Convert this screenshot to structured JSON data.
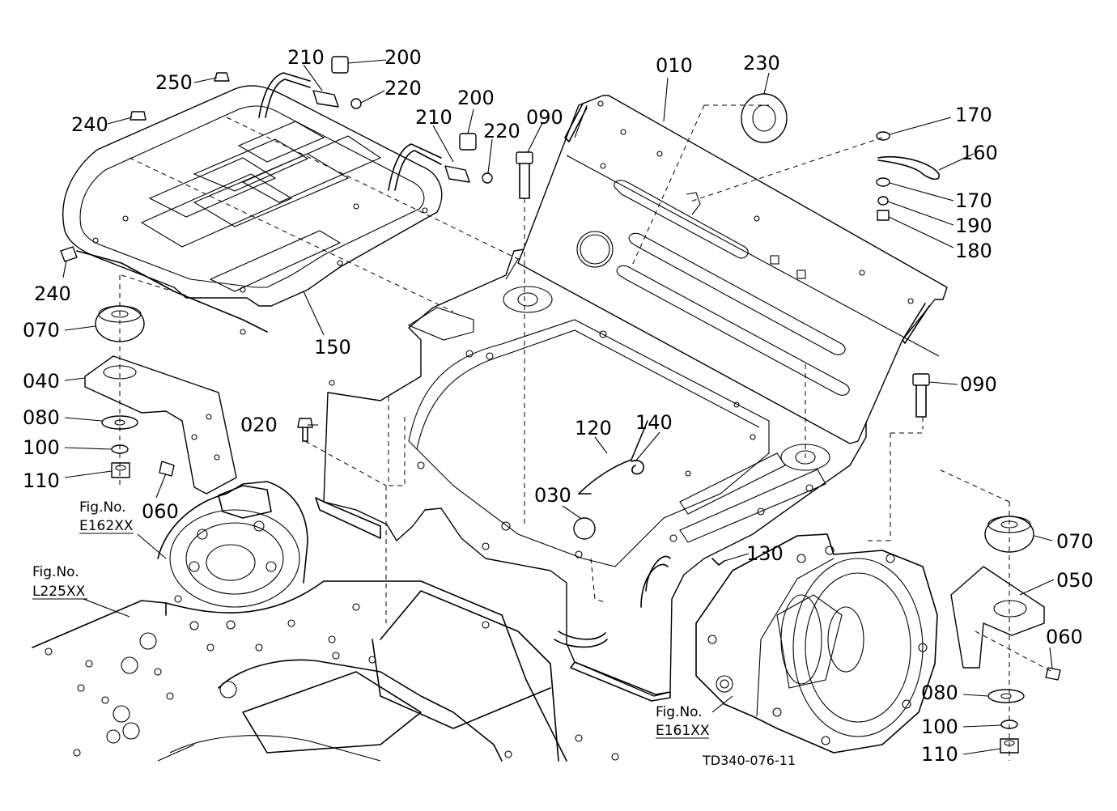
{
  "callouts": [
    {
      "id": "c010",
      "text": "010"
    },
    {
      "id": "c020",
      "text": "020"
    },
    {
      "id": "c030",
      "text": "030"
    },
    {
      "id": "c040",
      "text": "040"
    },
    {
      "id": "c050",
      "text": "050"
    },
    {
      "id": "c060a",
      "text": "060"
    },
    {
      "id": "c060b",
      "text": "060"
    },
    {
      "id": "c070a",
      "text": "070"
    },
    {
      "id": "c070b",
      "text": "070"
    },
    {
      "id": "c080a",
      "text": "080"
    },
    {
      "id": "c080b",
      "text": "080"
    },
    {
      "id": "c090a",
      "text": "090"
    },
    {
      "id": "c090b",
      "text": "090"
    },
    {
      "id": "c100a",
      "text": "100"
    },
    {
      "id": "c100b",
      "text": "100"
    },
    {
      "id": "c110a",
      "text": "110"
    },
    {
      "id": "c110b",
      "text": "110"
    },
    {
      "id": "c120",
      "text": "120"
    },
    {
      "id": "c130",
      "text": "130"
    },
    {
      "id": "c140",
      "text": "140"
    },
    {
      "id": "c150",
      "text": "150"
    },
    {
      "id": "c160",
      "text": "160"
    },
    {
      "id": "c170a",
      "text": "170"
    },
    {
      "id": "c170b",
      "text": "170"
    },
    {
      "id": "c180",
      "text": "180"
    },
    {
      "id": "c190",
      "text": "190"
    },
    {
      "id": "c200a",
      "text": "200"
    },
    {
      "id": "c200b",
      "text": "200"
    },
    {
      "id": "c210a",
      "text": "210"
    },
    {
      "id": "c210b",
      "text": "210"
    },
    {
      "id": "c220a",
      "text": "220"
    },
    {
      "id": "c220b",
      "text": "220"
    },
    {
      "id": "c230",
      "text": "230"
    },
    {
      "id": "c240a",
      "text": "240"
    },
    {
      "id": "c240b",
      "text": "240"
    },
    {
      "id": "c250",
      "text": "250"
    }
  ],
  "figure_refs": {
    "e162": {
      "label": "Fig.No.",
      "code": "E162XX"
    },
    "l225": {
      "label": "Fig.No.",
      "code": "L225XX"
    },
    "e161": {
      "label": "Fig.No.",
      "code": "E161XX"
    }
  },
  "drawing_code": "TD340-076-11"
}
